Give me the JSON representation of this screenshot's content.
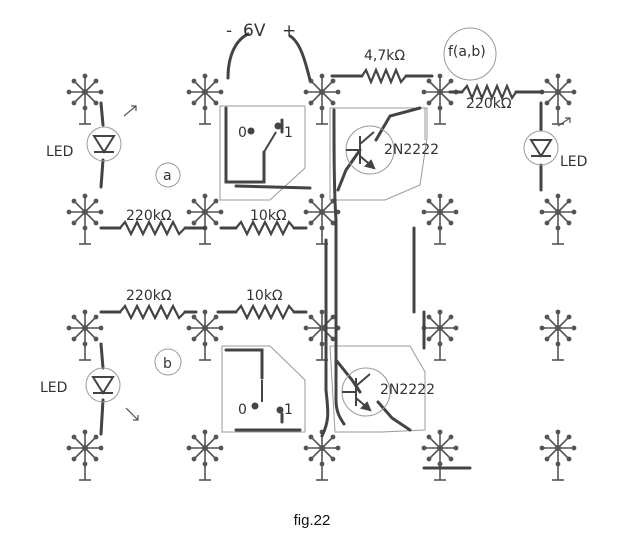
{
  "supply": {
    "minus": "-",
    "voltage": "6V",
    "plus": "+"
  },
  "output_label": "f(a,b)",
  "resistors": {
    "r_4k7": "4,7kΩ",
    "r_220_out": "220kΩ",
    "r_220_top": "220kΩ",
    "r_10k_top": "10kΩ",
    "r_220_bottom": "220kΩ",
    "r_10k_bottom": "10kΩ"
  },
  "leds": {
    "top_left": "LED",
    "top_right": "LED",
    "bottom_left": "LED"
  },
  "transistors": {
    "top": "2N2222",
    "bottom": "2N2222"
  },
  "inputs": {
    "a": "a",
    "b": "b"
  },
  "switch_states": {
    "off": "0",
    "on": "1"
  },
  "caption": "fig.22",
  "colors": {
    "ink": "#444444",
    "wire": "#555555",
    "pencil": "#9a9a9a",
    "background": "#ffffff"
  }
}
